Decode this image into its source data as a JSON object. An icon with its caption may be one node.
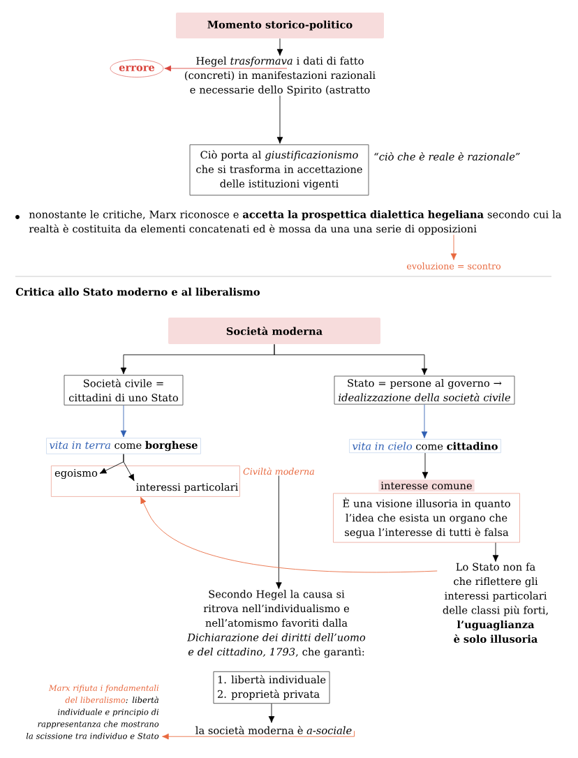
{
  "diagram": {
    "nodes": [
      {
        "text": [
          "Momento storico-politico"
        ]
      },
      {
        "text": [
          "Hegel *trasformava* i dati di fatto (concreti) in manifestazioni razionali e necessarie dello Spirito (astratto"
        ]
      },
      {
        "text": [
          "errore"
        ]
      },
      {
        "text": [
          "Ciò porta al *giustificazionismo* che si trasforma in accettazione delle istituzioni vigenti"
        ],
        "beside": [
          "“ciò che è reale è razionale”"
        ]
      },
      {
        "text": [
          "nonostante le critiche, Marx riconosce e **accetta la prospettica dialettica hegeliana** secondo cui la realtà è costituita da elementi concatenati ed è mossa da una una serie di opposizioni"
        ]
      },
      {
        "text": [
          "evoluzione = scontro"
        ]
      },
      {
        "text": [
          "Società moderna"
        ]
      },
      {
        "text": [
          "Società civile = cittadini di uno Stato"
        ]
      },
      {
        "text": [
          "Stato = persone al governo → *idealizzazione della società civile*"
        ]
      },
      {
        "text": [
          "*vita in terra* come **borghese**"
        ]
      },
      {
        "text": [
          "*vita in cielo* come **cittadino**"
        ]
      },
      {
        "text": [
          "Civiltà moderna"
        ]
      },
      {
        "text": [
          "egoismo"
        ],
        "in": 11
      },
      {
        "text": [
          "interessi particolari"
        ],
        "in": 11
      },
      {
        "text": [
          "interesse comune",
          "È una visione illusoria in quanto l’idea che esista un organo che segua l’interesse di tutti è falsa"
        ]
      },
      {
        "text": [
          "Lo Stato non fa che riflettere gli interessi particolari delle classi più forti, **l’uguaglianza è solo illusoria**"
        ]
      },
      {
        "text": [
          "Secondo Hegel la causa si ritrova nell’individualismo e nell’atomismo favoriti dalla *Dichiarazione dei diritti dell’uomo e del cittadino, 1793*, che garantì:"
        ]
      },
      {
        "text": [
          "1. libertà individuale",
          "2. proprietà privata"
        ]
      },
      {
        "text": [
          "la società moderna è *a-sociale*"
        ]
      },
      {
        "text": [
          "*Marx rifiuta i fondamentali del liberalismo*: libertà individuale e principio di rappresentanza che mostrano la scissione tra individuo e Stato"
        ]
      }
    ],
    "edges": [
      {
        "from": 0,
        "to": 1,
        "arrow": "to"
      },
      {
        "from": 1,
        "to": 2,
        "arrow": "to",
        "color": "#d9433b"
      },
      {
        "from": 1,
        "to": 3,
        "arrow": "to"
      },
      {
        "from": 4,
        "to": 5,
        "arrow": "to",
        "color": "#e8683e"
      },
      {
        "from": 6,
        "to": 7,
        "arrow": "to"
      },
      {
        "from": 6,
        "to": 8,
        "arrow": "to"
      },
      {
        "from": 7,
        "to": 9,
        "arrow": "to",
        "color": "#2f5fb3"
      },
      {
        "from": 8,
        "to": 10,
        "arrow": "to",
        "color": "#2f5fb3"
      },
      {
        "from": 9,
        "to": 12,
        "arrow": "to"
      },
      {
        "from": 9,
        "to": 13,
        "arrow": "to"
      },
      {
        "from": 10,
        "to": 14,
        "arrow": "to"
      },
      {
        "from": 11,
        "to": 16,
        "arrow": "to"
      },
      {
        "from": 14,
        "to": 15,
        "arrow": "to"
      },
      {
        "from": 15,
        "to": 13,
        "arrow": "to",
        "color": "#e8683e"
      },
      {
        "from": 17,
        "to": 18,
        "arrow": "to"
      },
      {
        "from": 18,
        "to": 19,
        "arrow": "to",
        "color": "#e8683e"
      }
    ],
    "labels": [
      "Critica allo Stato moderno e al liberalismo"
    ]
  }
}
